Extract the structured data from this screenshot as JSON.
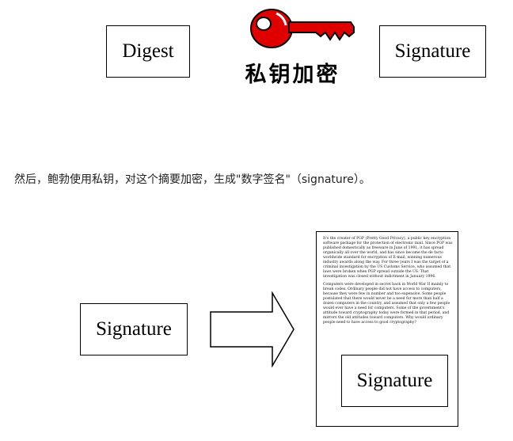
{
  "diagram": {
    "digest_label": "Digest",
    "signature_top_label": "Signature",
    "key_label": "私钥加密",
    "key_color": "#e00000",
    "caption": "然后，鲍勃使用私钥，对这个摘要加密，生成\"数字签名\"（signature）。",
    "signature_left_label": "Signature",
    "document_paragraphs": [
      "It's the creator of PGP (Pretty Good Privacy), a public key encryption software package for the protection of electronic mail. Since PGP was published domestically as freeware in June of 1991, it has spread organically all over the world, and has since become the de facto worldwide standard for encryption of E-mail, winning numerous industry awards along the way. For three years I was the target of a criminal investigation by the US Customs Service, who assumed that laws were broken when PGP spread outside the US. That investigation was closed without indictment in January 1996.",
      "Computers were developed in secret back in World War II mainly to break codes. Ordinary people did not have access to computers, because they were few in number and too expensive. Some people postulated that there would never be a need for more than half a dozen computers in the country, and assumed that only a few people would ever have a need for computers. Some of the government's attitude toward cryptography today were formed in that period, and mirrors the old attitudes toward computers. Why would ordinary people need to have access to good cryptography?"
    ],
    "signature_doc_label": "Signature"
  }
}
